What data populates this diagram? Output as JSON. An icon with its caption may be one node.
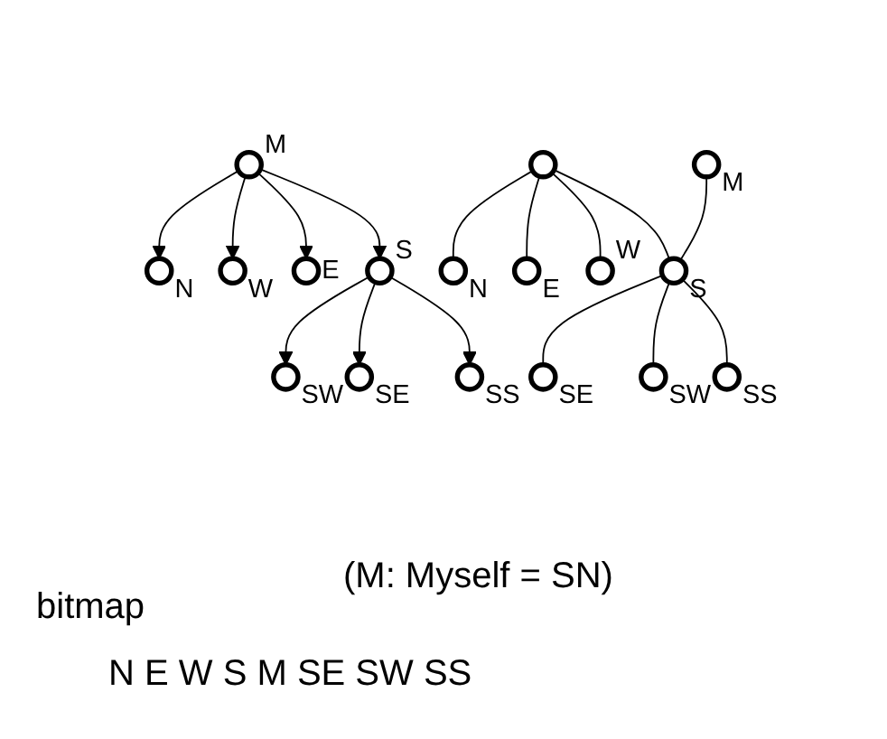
{
  "diagram": {
    "nodes": [
      {
        "text": [],
        "shape": "circle",
        "beside": [
          "N"
        ]
      },
      {
        "text": [],
        "shape": "circle",
        "beside": [
          "W"
        ]
      },
      {
        "text": [],
        "shape": "circle",
        "beside": [
          "M"
        ]
      },
      {
        "text": [],
        "shape": "circle",
        "beside": [
          "E"
        ]
      },
      {
        "text": [],
        "shape": "circle",
        "beside": [
          "SW"
        ]
      },
      {
        "text": [],
        "shape": "circle",
        "beside": [
          "S"
        ]
      },
      {
        "text": [],
        "shape": "circle",
        "beside": [
          "SE"
        ]
      },
      {
        "text": [],
        "shape": "circle",
        "beside": [
          "SS"
        ]
      },
      {
        "text": [],
        "shape": "circle"
      },
      {
        "text": [],
        "shape": "circle",
        "beside": [
          "N"
        ]
      },
      {
        "text": [],
        "shape": "circle",
        "beside": [
          "E"
        ]
      },
      {
        "text": [],
        "shape": "circle",
        "beside": [
          "W"
        ]
      },
      {
        "text": [],
        "shape": "circle",
        "beside": [
          "M"
        ]
      },
      {
        "text": [],
        "shape": "circle",
        "beside": [
          "S"
        ]
      },
      {
        "text": [],
        "shape": "circle",
        "beside": [
          "SE"
        ]
      },
      {
        "text": [],
        "shape": "circle",
        "beside": [
          "SW"
        ]
      },
      {
        "text": [],
        "shape": "circle",
        "beside": [
          "SS"
        ]
      }
    ],
    "edges": [
      {
        "from": 2,
        "to": 0,
        "arrow": "to"
      },
      {
        "from": 2,
        "to": 1,
        "arrow": "to"
      },
      {
        "from": 2,
        "to": 3,
        "arrow": "to"
      },
      {
        "from": 2,
        "to": 5,
        "arrow": "to"
      },
      {
        "from": 5,
        "to": 4,
        "arrow": "to"
      },
      {
        "from": 5,
        "to": 6,
        "arrow": "to"
      },
      {
        "from": 5,
        "to": 7,
        "arrow": "to"
      },
      {
        "from": 8,
        "to": 9,
        "arrow": "none"
      },
      {
        "from": 8,
        "to": 10,
        "arrow": "none"
      },
      {
        "from": 8,
        "to": 11,
        "arrow": "none"
      },
      {
        "from": 8,
        "to": 13,
        "arrow": "none"
      },
      {
        "from": 12,
        "to": 13,
        "arrow": "none"
      },
      {
        "from": 13,
        "to": 14,
        "arrow": "none"
      },
      {
        "from": 13,
        "to": 15,
        "arrow": "none"
      },
      {
        "from": 13,
        "to": 16,
        "arrow": "none"
      }
    ],
    "labels": [
      "(M: Myself = SN)",
      "bitmap",
      "N E W S M SE SW SS"
    ]
  }
}
